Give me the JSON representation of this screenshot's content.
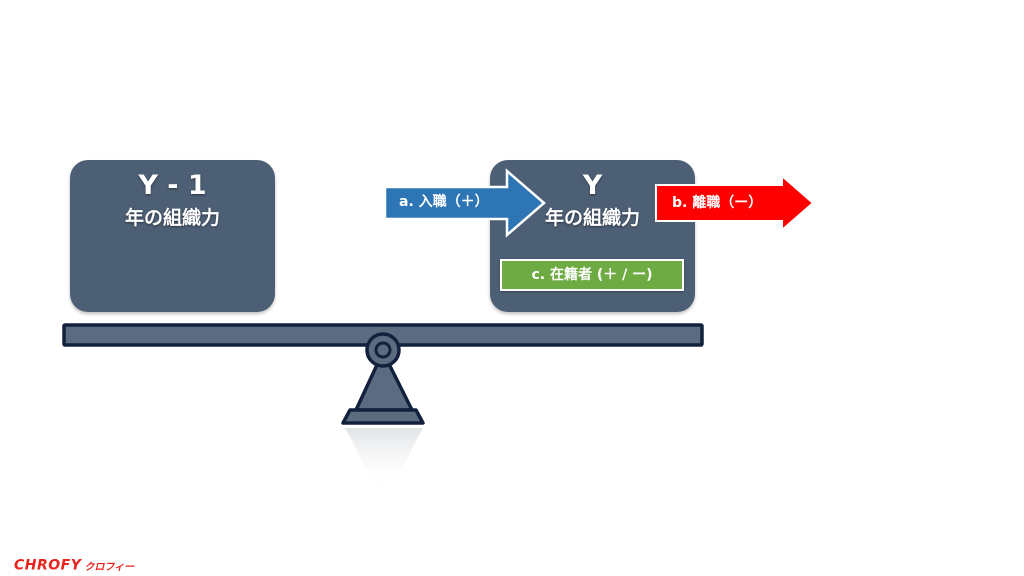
{
  "prev_year_box": {
    "year": "Y - 1",
    "subtitle": "年の組織力"
  },
  "current_year_box": {
    "year": "Y",
    "subtitle": "年の組織力",
    "retained": "c. 在籍者 (＋ / ー)"
  },
  "hires_arrow": {
    "label": "a. 入職（＋）",
    "color": "#2e75b6"
  },
  "leavers_arrow": {
    "label": "b. 離職（ー）",
    "color": "#ff0000"
  },
  "colors": {
    "box": "#4d5f74",
    "retained": "#6fab43",
    "seesaw_beam": "#5b6b80",
    "seesaw_outline": "#14213d"
  },
  "logo": {
    "brand": "CHROFY",
    "kana": "クロフィー"
  }
}
